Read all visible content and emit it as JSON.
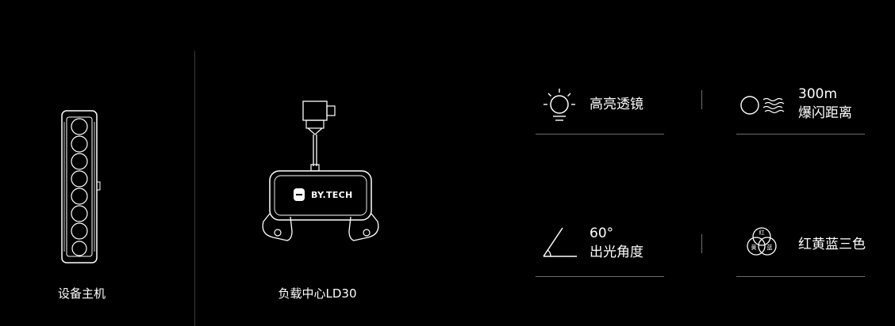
{
  "products": {
    "main_unit": {
      "label": "设备主机",
      "icon": "led-light-bar-icon"
    },
    "payload": {
      "label": "负载中心LD30",
      "icon": "payload-center-icon",
      "brand": "BY.TECH"
    }
  },
  "features": [
    {
      "icon": "sun-lens-icon",
      "lines": [
        "高亮透镜"
      ]
    },
    {
      "icon": "flash-distance-icon",
      "lines": [
        "300m",
        "爆闪距离"
      ]
    },
    {
      "icon": "angle-icon",
      "lines": [
        "60°",
        "出光角度"
      ]
    },
    {
      "icon": "rgb-circles-icon",
      "lines": [
        "红黄蓝三色"
      ],
      "icon_text": {
        "red": "红",
        "yellow": "黄",
        "blue": "蓝"
      }
    }
  ],
  "colors": {
    "background": "#000000",
    "text": "#ffffff",
    "line": "#6e6e6e",
    "divider": "#3a3a3a"
  }
}
